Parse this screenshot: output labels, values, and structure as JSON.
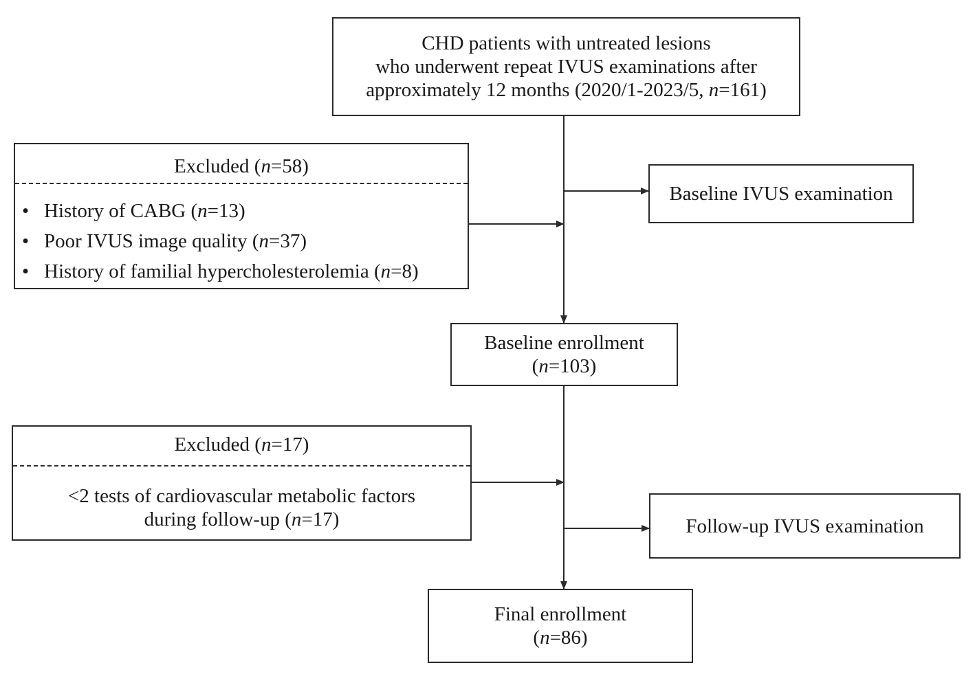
{
  "top_box": {
    "line1": "CHD patients with untreated lesions",
    "line2": "who underwent repeat IVUS examinations after",
    "line3_pre": "approximately 12 months (2020/1-2023/5, ",
    "line3_n": "n",
    "line3_post": "=161)"
  },
  "exclusion_1": {
    "title_pre": "Excluded (",
    "title_n": "n",
    "title_post": "=58)",
    "items": [
      {
        "bullet": "•",
        "pre": "History of CABG (",
        "n": "n",
        "post": "=13)"
      },
      {
        "bullet": "•",
        "pre": "Poor IVUS image quality (",
        "n": "n",
        "post": "=37)"
      },
      {
        "bullet": "•",
        "pre": "History of familial hypercholesterolemia (",
        "n": "n",
        "post": "=8)"
      }
    ]
  },
  "baseline_ivus": {
    "label": "Baseline IVUS examination"
  },
  "baseline_enrollment": {
    "line1": "Baseline enrollment",
    "line2_pre": "(",
    "line2_n": "n",
    "line2_post": "=103)"
  },
  "exclusion_2": {
    "title_pre": "Excluded (",
    "title_n": "n",
    "title_post": "=17)",
    "line1": "<2 tests of cardiovascular metabolic factors",
    "line2_pre": "during follow-up (",
    "line2_n": "n",
    "line2_post": "=17)"
  },
  "followup_ivus": {
    "label": "Follow-up IVUS examination"
  },
  "final_enrollment": {
    "line1": "Final enrollment",
    "line2_pre": "(",
    "line2_n": "n",
    "line2_post": "=86)"
  }
}
